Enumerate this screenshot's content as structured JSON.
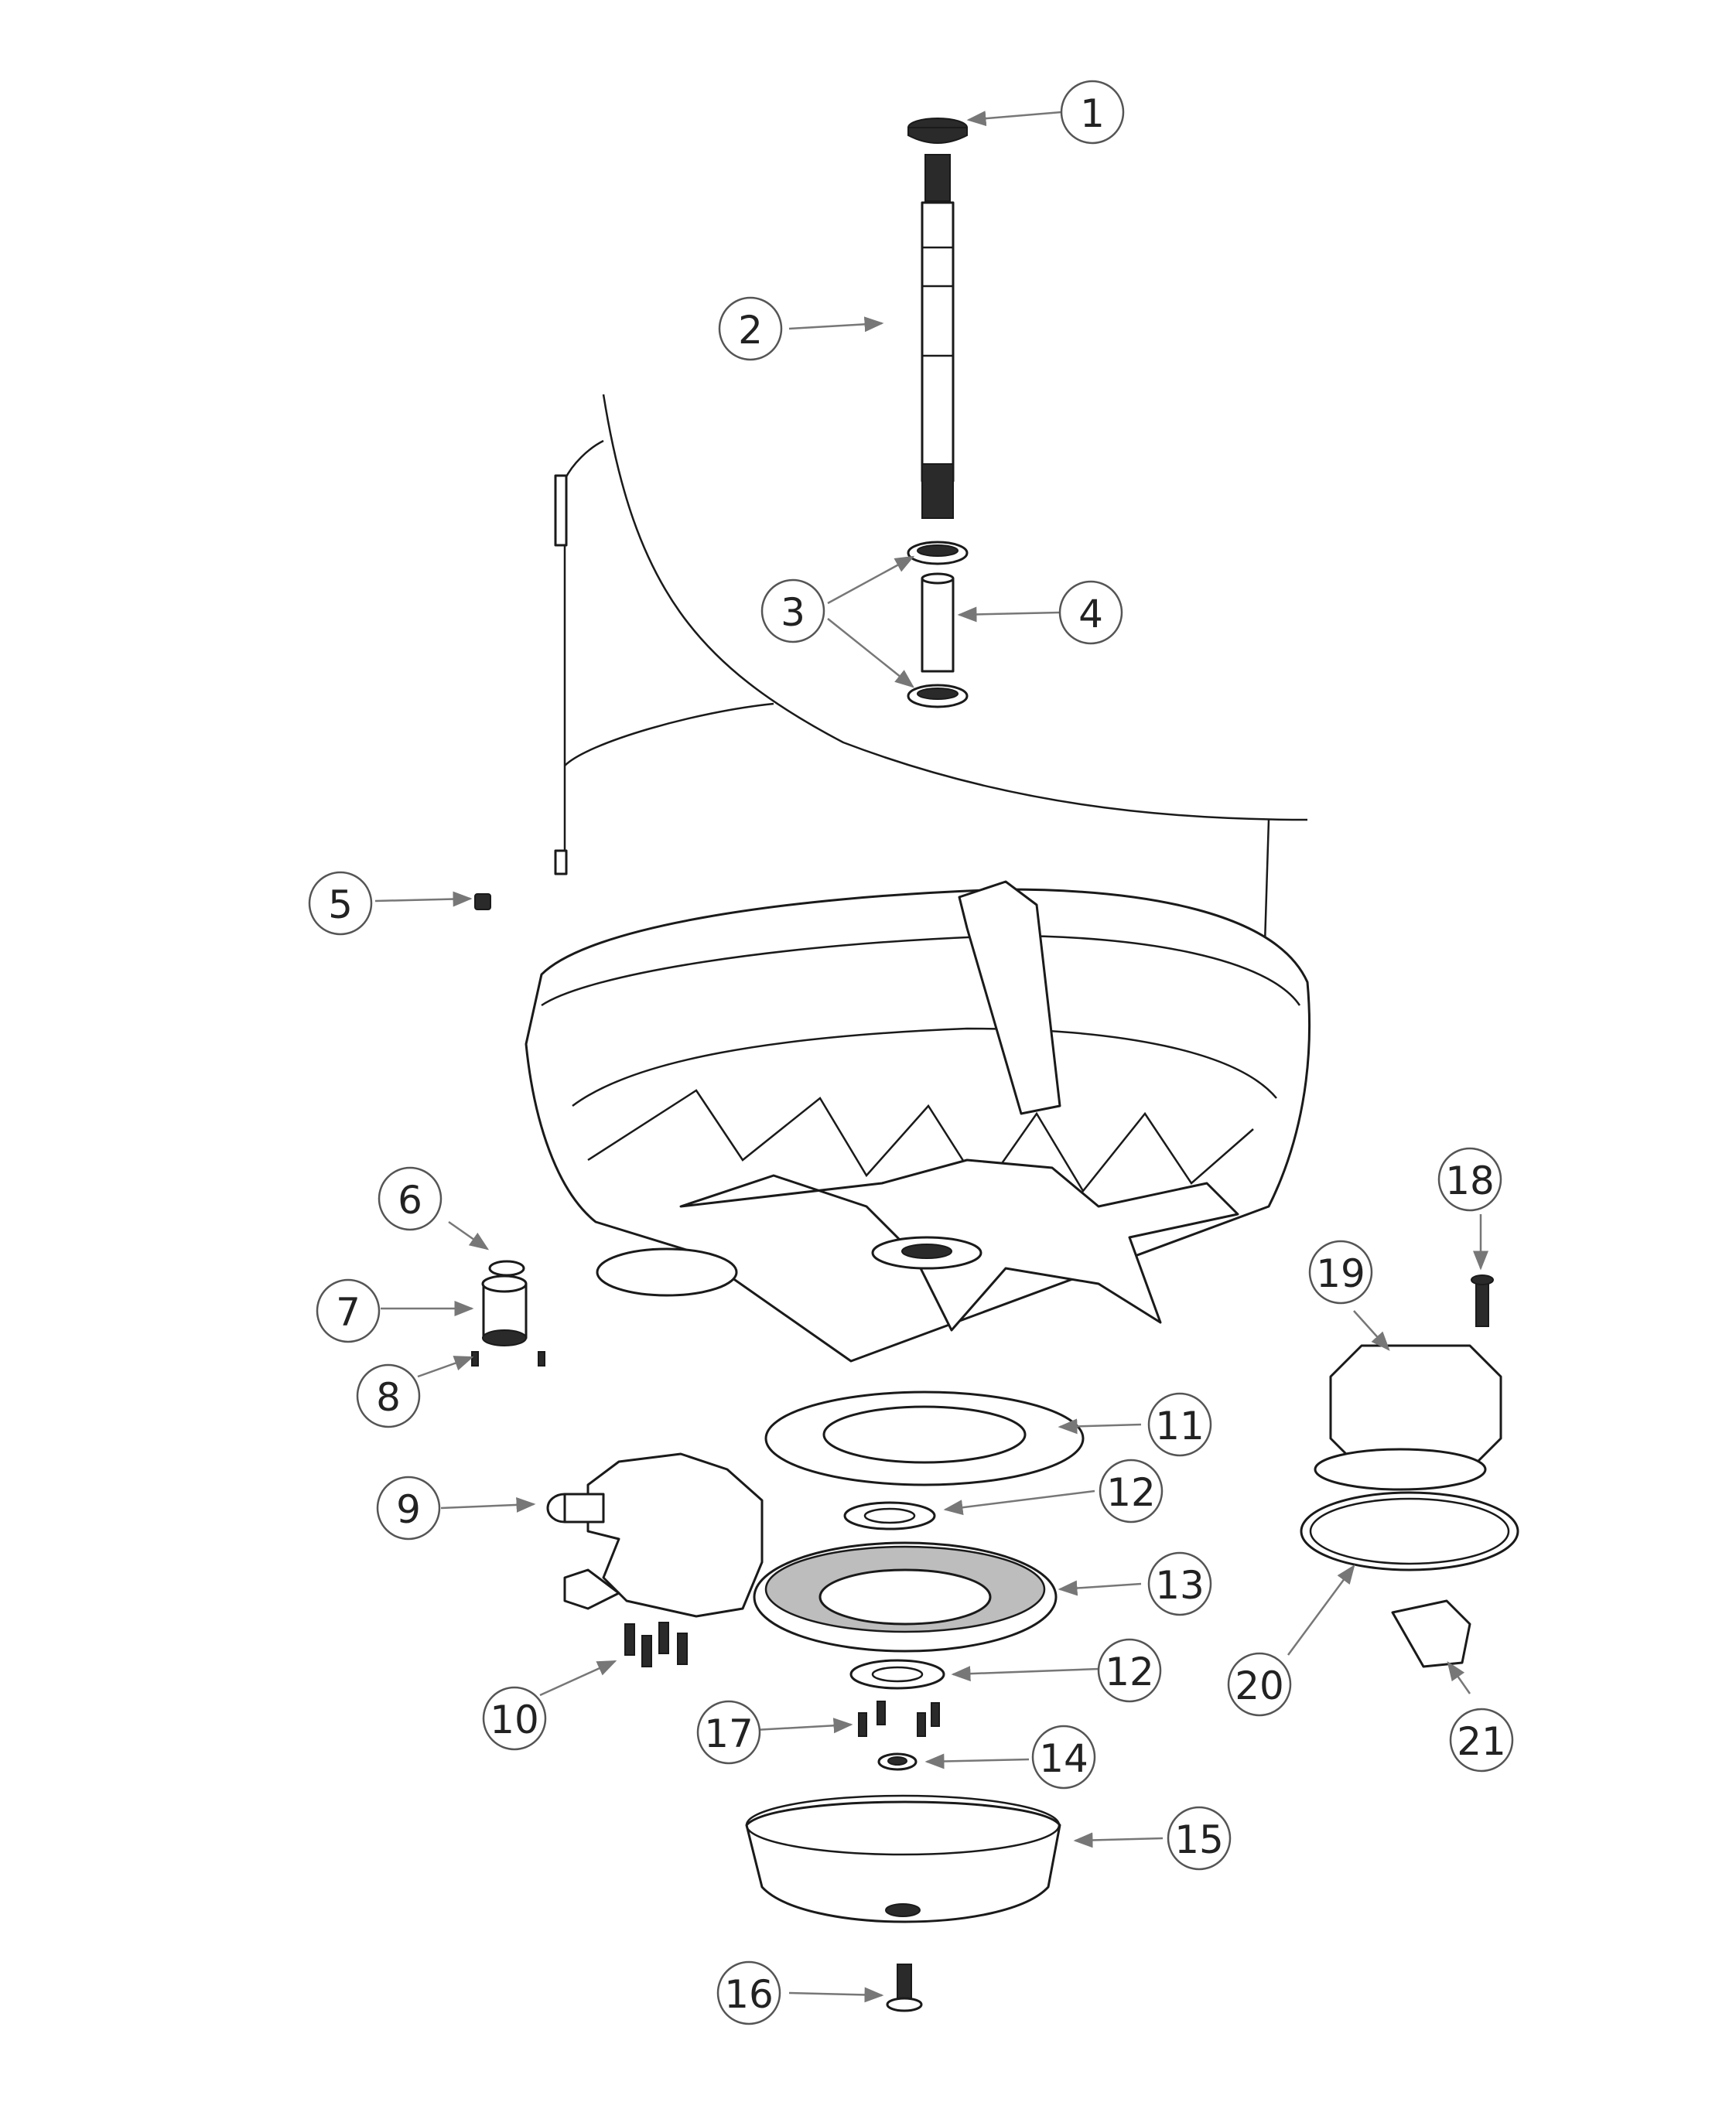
{
  "callouts": [
    {
      "id": "1",
      "label": "1"
    },
    {
      "id": "2",
      "label": "2"
    },
    {
      "id": "3",
      "label": "3"
    },
    {
      "id": "4",
      "label": "4"
    },
    {
      "id": "5",
      "label": "5"
    },
    {
      "id": "6",
      "label": "6"
    },
    {
      "id": "7",
      "label": "7"
    },
    {
      "id": "8",
      "label": "8"
    },
    {
      "id": "9",
      "label": "9"
    },
    {
      "id": "10",
      "label": "10"
    },
    {
      "id": "11",
      "label": "11"
    },
    {
      "id": "12a",
      "label": "12"
    },
    {
      "id": "13",
      "label": "13"
    },
    {
      "id": "12b",
      "label": "12"
    },
    {
      "id": "14",
      "label": "14"
    },
    {
      "id": "15",
      "label": "15"
    },
    {
      "id": "16",
      "label": "16"
    },
    {
      "id": "17",
      "label": "17"
    },
    {
      "id": "18",
      "label": "18"
    },
    {
      "id": "19",
      "label": "19"
    },
    {
      "id": "20",
      "label": "20"
    },
    {
      "id": "21",
      "label": "21"
    }
  ],
  "colors": {
    "line": "#1a1a1a",
    "callout_stroke": "#555555",
    "leader": "#777777",
    "background": "#ffffff"
  }
}
